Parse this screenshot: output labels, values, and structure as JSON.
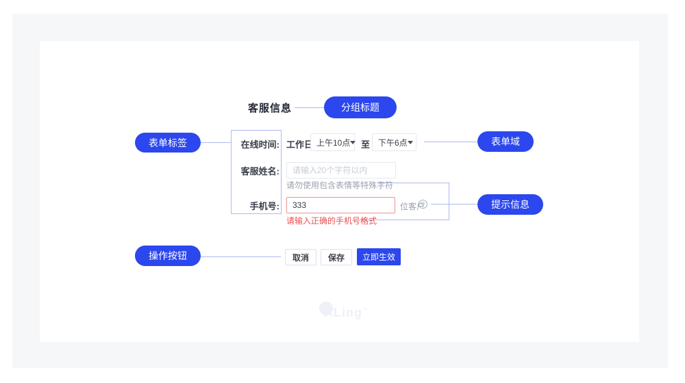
{
  "colors": {
    "accent": "#2b47ed",
    "connector": "#aeb8f0",
    "error": "#e8514e"
  },
  "section_title": "客服信息",
  "callouts": {
    "group_title": "分组标题",
    "form_label": "表单标签",
    "form_field": "表单域",
    "hint_info": "提示信息",
    "action_buttons": "操作按钮"
  },
  "form": {
    "online_time": {
      "label": "在线时间:",
      "prefix": "工作日",
      "start_value": "上午10点",
      "separator": "至",
      "end_value": "下午6点"
    },
    "agent_name": {
      "label": "客服姓名:",
      "placeholder": "请输入20个字符以内",
      "hint": "请勿使用包含表情等特殊字符"
    },
    "phone": {
      "label": "手机号:",
      "value": "333",
      "suffix": "位客户",
      "error": "请输入正确的手机号格式"
    }
  },
  "icons": {
    "chevron_down_icon": "css-triangle-down",
    "help_icon": "?"
  },
  "buttons": {
    "cancel": "取消",
    "save": "保存",
    "apply": "立即生效"
  },
  "watermark": {
    "text": "ALing",
    "mark": "™"
  }
}
